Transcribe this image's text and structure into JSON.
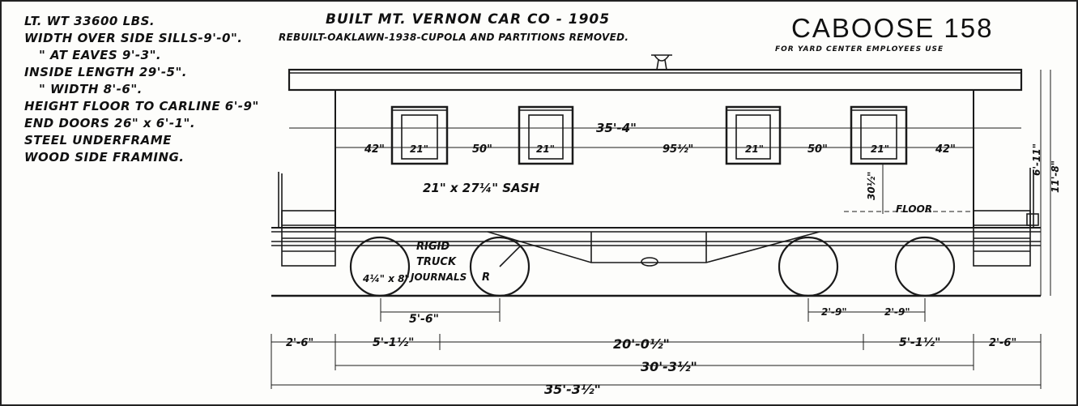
{
  "title": "CABOOSE 158",
  "subtitle": "FOR YARD CENTER EMPLOYEES USE",
  "builder": "BUILT MT. VERNON CAR CO - 1905",
  "rebuilt_note": "REBUILT-OAKLAWN-1938-CUPOLA AND PARTITIONS REMOVED.",
  "specs": [
    "LT. WT 33600 LBS.",
    "WIDTH OVER SIDE SILLS-9'-0\".",
    "\"     AT EAVES   9'-3\".",
    "INSIDE LENGTH  29'-5\".",
    "\"      WIDTH  8'-6\".",
    "HEIGHT FLOOR TO CARLINE  6'-9\"",
    "END DOORS 26\" x 6'-1\".",
    "STEEL UNDERFRAME",
    "WOOD SIDE FRAMING."
  ],
  "dimensions": {
    "inside_length": "35'-4\"",
    "win_left_end": "42\"",
    "win_width_1": "21\"",
    "win_gap_1": "50\"",
    "win_width_2": "21\"",
    "win_mid_gap": "95½\"",
    "win_width_3": "21\"",
    "win_gap_2": "50\"",
    "win_width_4": "21\"",
    "win_right_end": "42\"",
    "sash": "21\" x 27¼\" SASH",
    "sill_height": "30½\"",
    "floor_label": "FLOOR",
    "height_upper": "6'-11\"",
    "height_total": "11'-8\"",
    "truck_label_1": "RIGID",
    "truck_label_2": "TRUCK",
    "truck_label_3": "JOURNALS",
    "journal_size": "4¼\" x 8\"",
    "wheel_radius": "R",
    "wheelbase_left": "5'-6\"",
    "wheelbase_r1": "2'-9\"",
    "wheelbase_r2": "2'-9\"",
    "end_left": "2'-6\"",
    "truck_center_left": "5'-1½\"",
    "center_span": "20'-0½\"",
    "truck_center_right": "5'-1½\"",
    "end_right": "2'-6\"",
    "over_body": "30'-3½\"",
    "over_all": "35'-3½\""
  }
}
